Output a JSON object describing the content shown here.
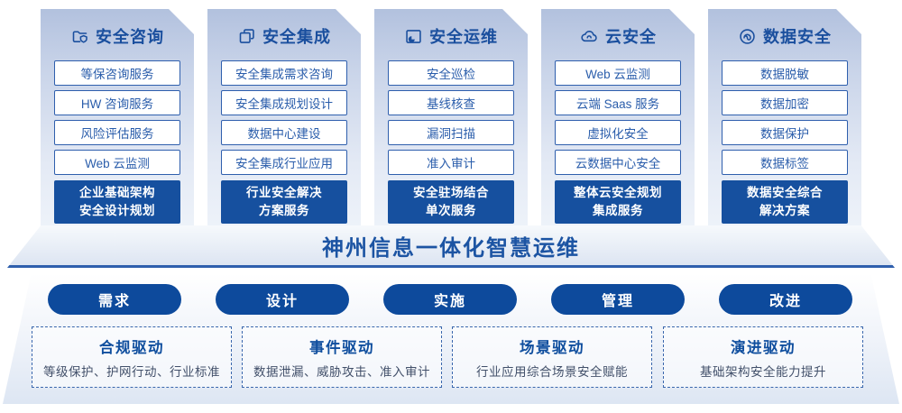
{
  "banner": {
    "title": "神州信息一体化智慧运维"
  },
  "columns": [
    {
      "title": "安全咨询",
      "icon": "folder-shield-icon",
      "items": [
        "等保咨询服务",
        "HW 咨询服务",
        "风险评估服务",
        "Web 云监测"
      ],
      "summary_line1": "企业基础架构",
      "summary_line2": "安全设计规划"
    },
    {
      "title": "安全集成",
      "icon": "documents-icon",
      "items": [
        "安全集成需求咨询",
        "安全集成规划设计",
        "数据中心建设",
        "安全集成行业应用"
      ],
      "summary_line1": "行业安全解决",
      "summary_line2": "方案服务"
    },
    {
      "title": "安全运维",
      "icon": "monitor-gauge-icon",
      "items": [
        "安全巡检",
        "基线核查",
        "漏洞扫描",
        "准入审计"
      ],
      "summary_line1": "安全驻场结合",
      "summary_line2": "单次服务"
    },
    {
      "title": "云安全",
      "icon": "cloud-icon",
      "items": [
        "Web 云监测",
        "云端 Saas 服务",
        "虚拟化安全",
        "云数据中心安全"
      ],
      "summary_line1": "整体云安全规划",
      "summary_line2": "集成服务"
    },
    {
      "title": "数据安全",
      "icon": "fingerprint-icon",
      "items": [
        "数据脱敏",
        "数据加密",
        "数据保护",
        "数据标签"
      ],
      "summary_line1": "数据安全综合",
      "summary_line2": "解决方案"
    }
  ],
  "pills": [
    "需求",
    "设计",
    "实施",
    "管理",
    "改进"
  ],
  "drivers": [
    {
      "title": "合规驱动",
      "desc": "等级保护、护网行动、行业标准"
    },
    {
      "title": "事件驱动",
      "desc": "数据泄漏、威胁攻击、准入审计"
    },
    {
      "title": "场景驱动",
      "desc": "行业应用综合场景安全赋能"
    },
    {
      "title": "演进驱动",
      "desc": "基础架构安全能力提升"
    }
  ],
  "colors": {
    "accent_navy": "#1a4f9e",
    "summary_bg": "#16509f",
    "pill_bg": "#0d4a9c",
    "item_border": "#2f5fad",
    "dashed_border": "#3a67ad",
    "desc_text": "#42506a"
  }
}
